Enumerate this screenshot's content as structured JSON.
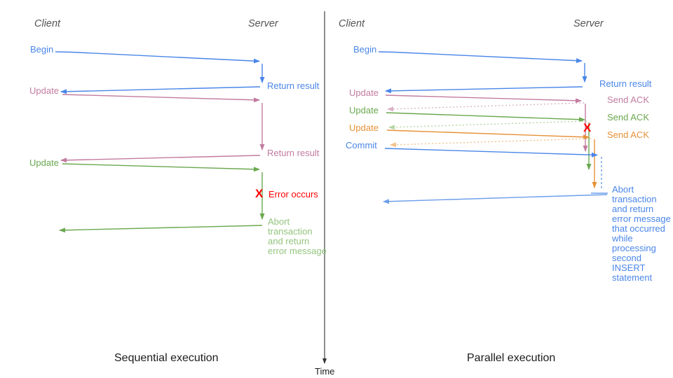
{
  "colors": {
    "blue": "#4a86e8",
    "light_blue": "#6d9eeb",
    "pink": "#c27ba0",
    "pink_dotted": "#d9b3c8",
    "green": "#6aa84f",
    "green_light": "#93c47d",
    "green_dotted": "#b5d6a5",
    "orange": "#e69138",
    "orange_dotted": "#f4c188",
    "red": "#ff0000",
    "header_gray": "#555555",
    "label_black": "#1c1c1c",
    "axis_gray": "#333333"
  },
  "time_axis": {
    "label": "Time"
  },
  "left": {
    "title": "Sequential execution",
    "actors": {
      "client": "Client",
      "server": "Server"
    },
    "messages": {
      "begin": "Begin",
      "return_result_1": "Return result",
      "update_1": "Update",
      "return_result_2": "Return result",
      "update_2": "Update",
      "error_mark": "X",
      "error_label": "Error occurs",
      "abort_lines": [
        "Abort",
        "transaction",
        "and return",
        "error message"
      ]
    }
  },
  "right": {
    "title": "Parallel execution",
    "actors": {
      "client": "Client",
      "server": "Server"
    },
    "messages": {
      "begin": "Begin",
      "return_result": "Return result",
      "update_1": "Update",
      "send_ack_1": "Send ACK",
      "update_2": "Update",
      "send_ack_2": "Send ACK",
      "update_3": "Update",
      "send_ack_3": "Send ACK",
      "error_mark": "X",
      "commit": "Commit",
      "abort_lines": [
        "Abort",
        "transaction",
        "and return",
        "error message",
        "that occurred",
        "while",
        "processing",
        "second",
        "INSERT",
        "statement"
      ]
    }
  }
}
